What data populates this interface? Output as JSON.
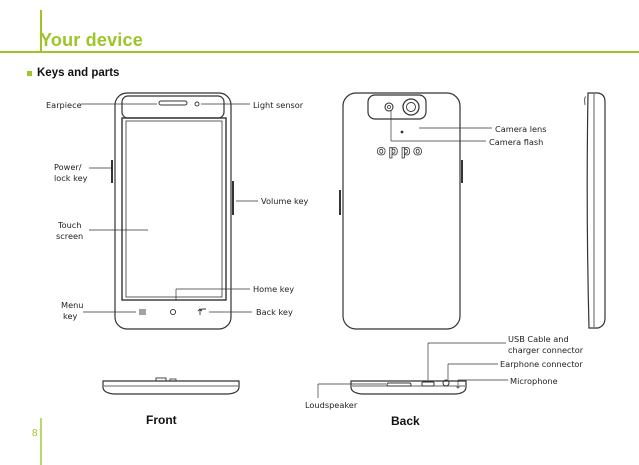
{
  "header": {
    "title": "Your device",
    "section": "Keys and parts"
  },
  "labels": {
    "earpiece": "Earpiece",
    "light_sensor": "Light sensor",
    "power_lock_1": "Power/",
    "power_lock_2": "lock key",
    "volume_key": "Volume key",
    "touch_1": "Touch",
    "touch_2": "screen",
    "home_key": "Home key",
    "menu_1": "Menu",
    "menu_2": "key",
    "back_key": "Back  key",
    "camera_lens": "Camera lens",
    "camera_flash": "Camera flash",
    "usb_1": "USB Cable and",
    "usb_2": "charger  connector",
    "earphone": "Earphone connector",
    "microphone": "Microphone",
    "loudspeaker": "Loudspeaker",
    "brand": "oppo"
  },
  "captions": {
    "front": "Front",
    "back": "Back"
  },
  "page_number": "8",
  "colors": {
    "accent": "#9ec428",
    "line": "#333333"
  }
}
